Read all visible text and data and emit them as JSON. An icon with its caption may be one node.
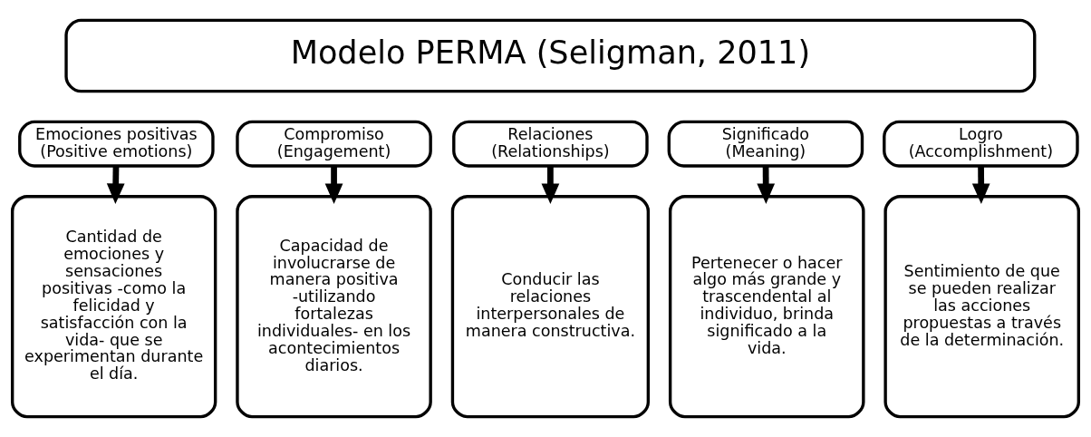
{
  "diagram": {
    "nodes": [
      {
        "text": [
          "Modelo PERMA (Seligman, 2011)"
        ]
      },
      {
        "text": [
          "Emociones positivas",
          "(Positive emotions)"
        ]
      },
      {
        "text": [
          "Compromiso",
          "(Engagement)"
        ]
      },
      {
        "text": [
          "Relaciones",
          "(Relationships)"
        ]
      },
      {
        "text": [
          "Significado",
          "(Meaning)"
        ]
      },
      {
        "text": [
          "Logro",
          "(Accomplishment)"
        ]
      },
      {
        "text": [
          "Cantidad de emociones y sensaciones positivas -como la felicidad y satisfacción con la vida- que se experimentan durante el día."
        ]
      },
      {
        "text": [
          "Capacidad de involucrarse de manera positiva -utilizando fortalezas individuales- en los acontecimientos diarios."
        ]
      },
      {
        "text": [
          "Conducir las relaciones interpersonales de manera constructiva."
        ]
      },
      {
        "text": [
          "Pertenecer o hacer algo más grande y trascendental al individuo, brinda significado a la vida."
        ]
      },
      {
        "text": [
          "Sentimiento de que se pueden realizar las acciones propuestas a través de la determinación."
        ]
      }
    ],
    "edges": [
      {
        "from": 1,
        "to": 6,
        "arrow": "to"
      },
      {
        "from": 2,
        "to": 7,
        "arrow": "to"
      },
      {
        "from": 3,
        "to": 8,
        "arrow": "to"
      },
      {
        "from": 4,
        "to": 9,
        "arrow": "to"
      },
      {
        "from": 5,
        "to": 10,
        "arrow": "to"
      }
    ]
  }
}
